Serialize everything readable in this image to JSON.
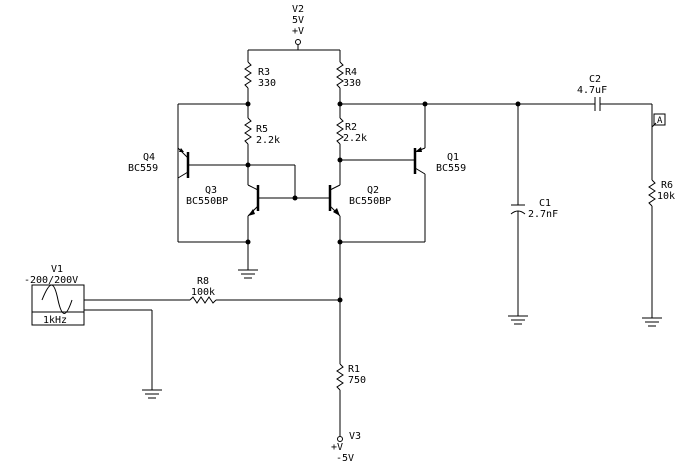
{
  "supplies": {
    "v2": {
      "ref": "V2",
      "value": "5V",
      "symbol": "+V"
    },
    "v3": {
      "ref": "V3",
      "value": "-5V",
      "symbol": "+V"
    }
  },
  "resistors": {
    "r1": {
      "ref": "R1",
      "value": "750"
    },
    "r2": {
      "ref": "R2",
      "value": "2.2k"
    },
    "r3": {
      "ref": "R3",
      "value": "330"
    },
    "r4": {
      "ref": "R4",
      "value": "330"
    },
    "r5": {
      "ref": "R5",
      "value": "2.2k"
    },
    "r6": {
      "ref": "R6",
      "value": "10k"
    },
    "r8": {
      "ref": "R8",
      "value": "100k"
    }
  },
  "capacitors": {
    "c1": {
      "ref": "C1",
      "value": "2.7nF"
    },
    "c2": {
      "ref": "C2",
      "value": "4.7uF"
    }
  },
  "transistors": {
    "q1": {
      "ref": "Q1",
      "model": "BC559"
    },
    "q2": {
      "ref": "Q2",
      "model": "BC550BP"
    },
    "q3": {
      "ref": "Q3",
      "model": "BC550BP"
    },
    "q4": {
      "ref": "Q4",
      "model": "BC559"
    }
  },
  "source": {
    "ref": "V1",
    "range": "-200/200V",
    "freq": "1kHz"
  },
  "probe": {
    "label": "A"
  }
}
